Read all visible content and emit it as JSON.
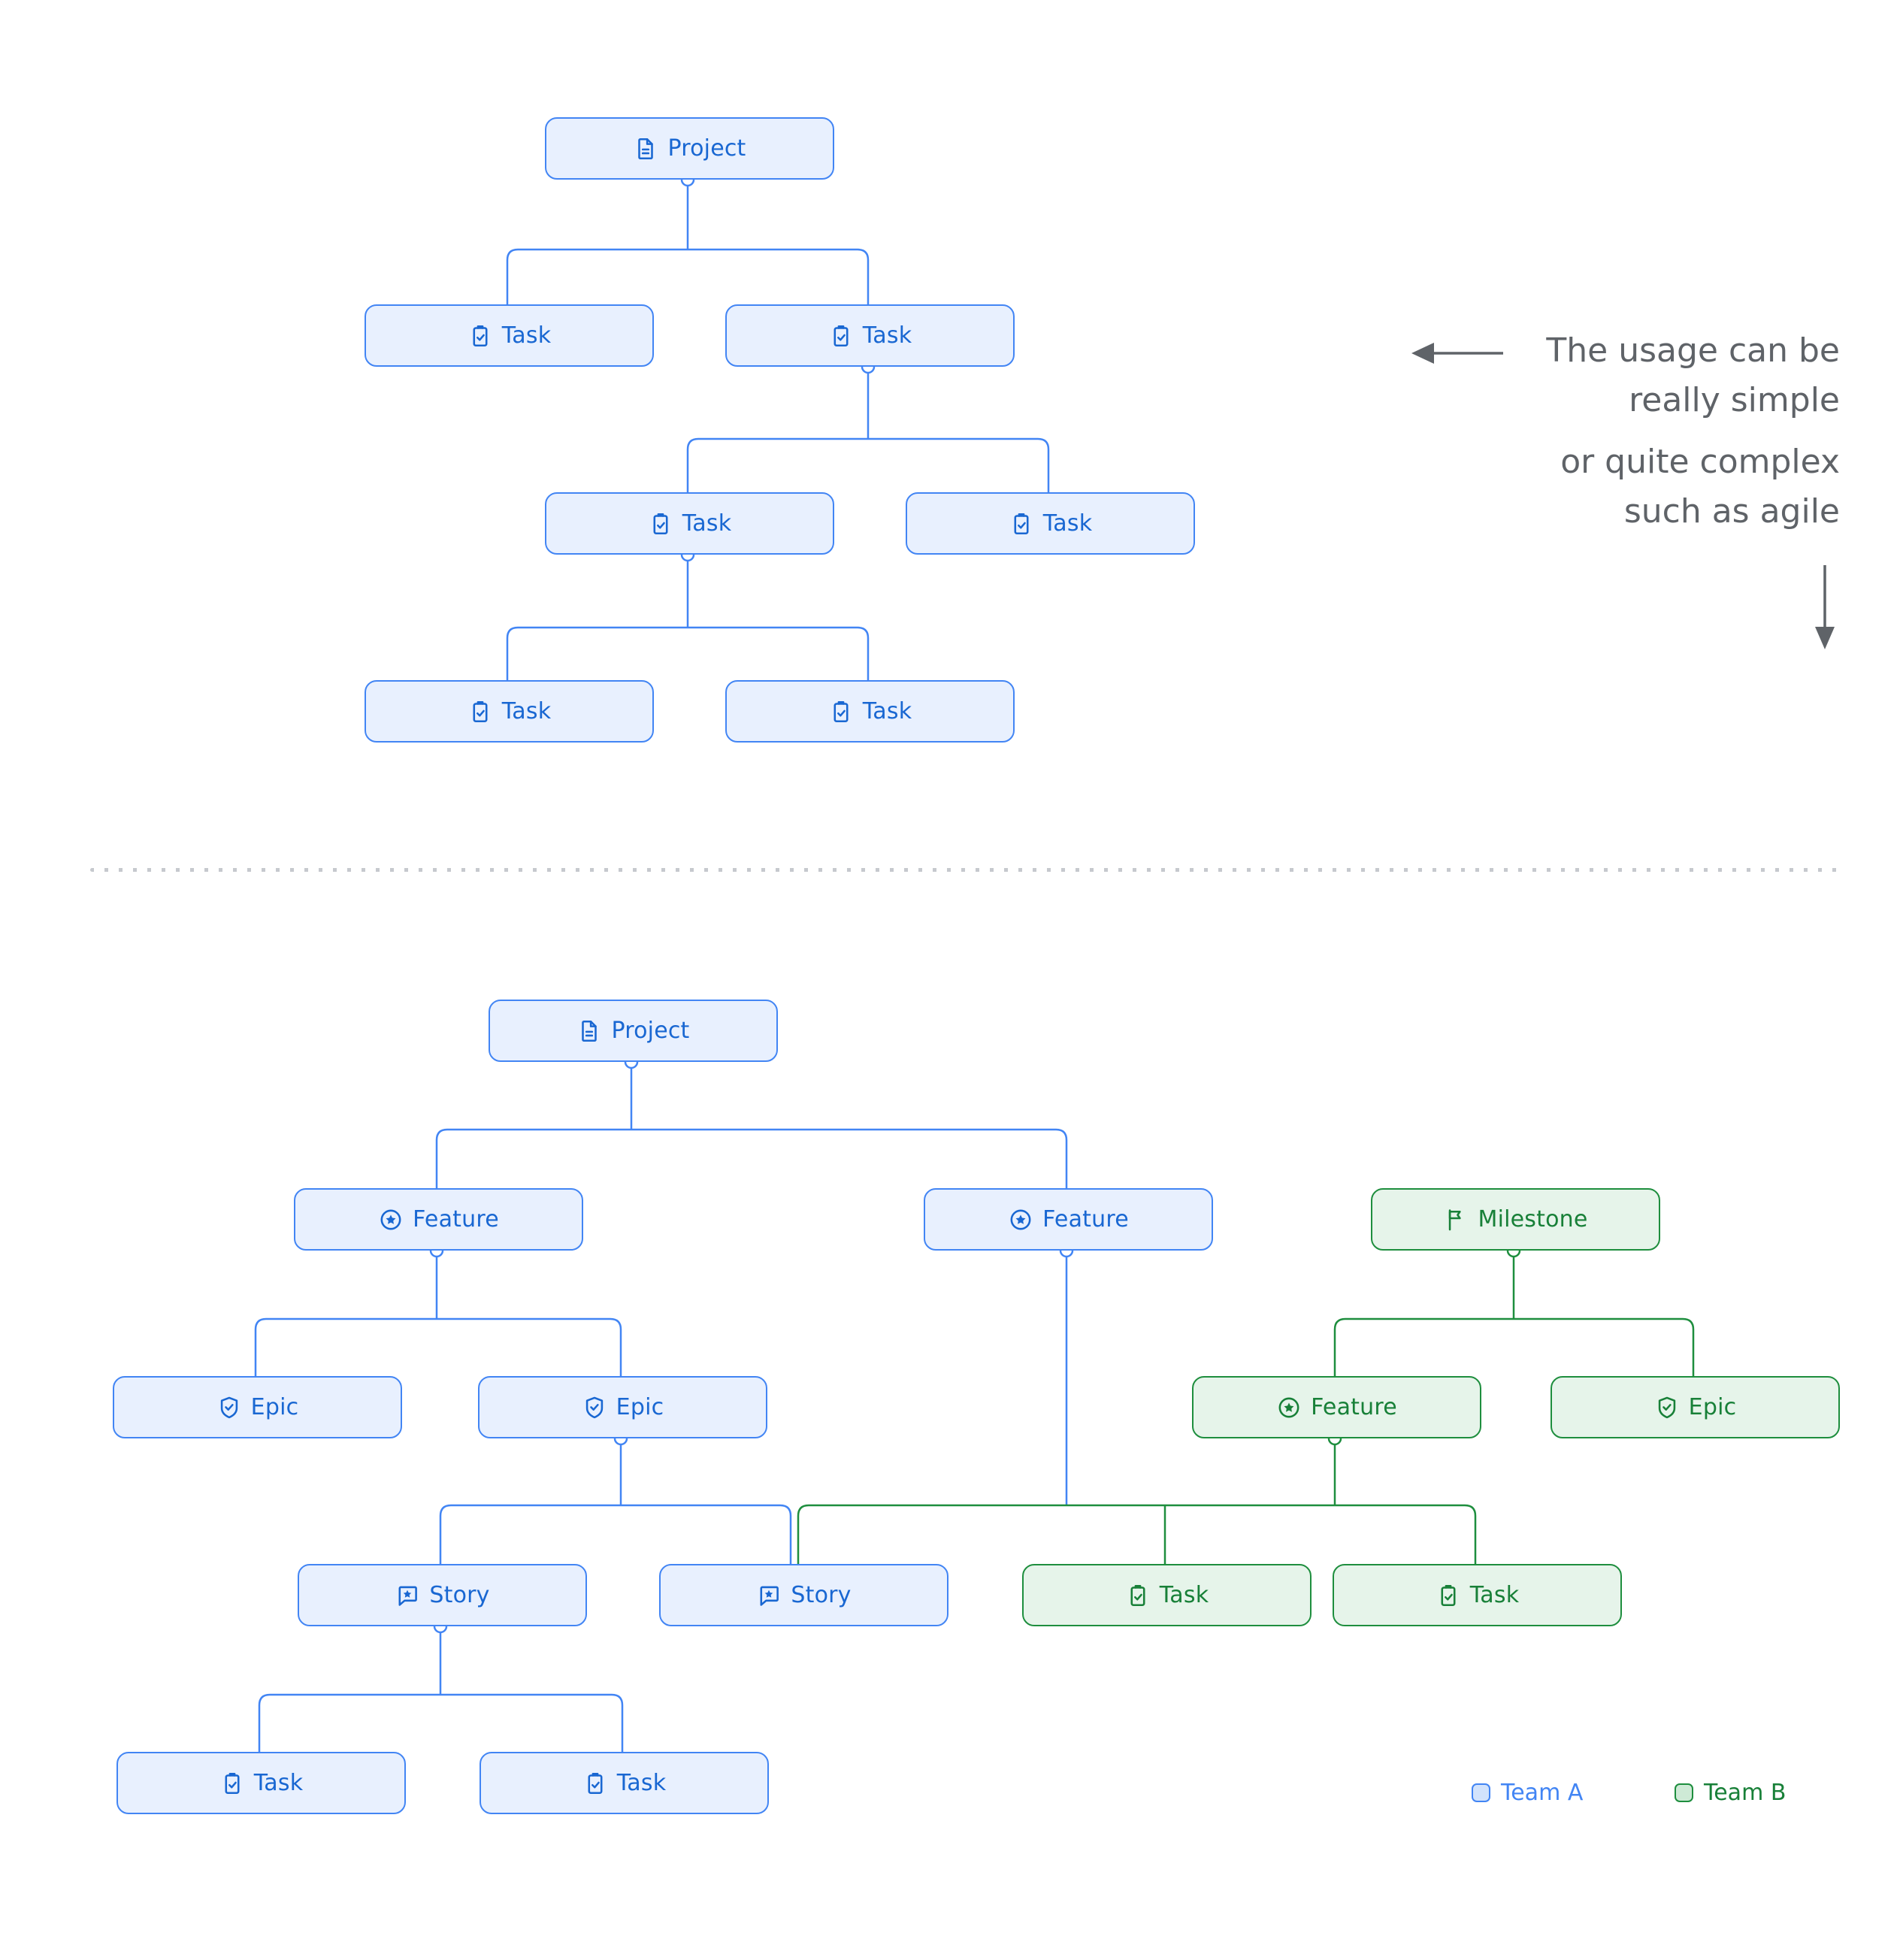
{
  "diagram_simple": {
    "nodes": [
      {
        "label": "Project",
        "icon": "document-icon",
        "team": "A"
      },
      {
        "label": "Task",
        "icon": "task-icon",
        "team": "A"
      },
      {
        "label": "Task",
        "icon": "task-icon",
        "team": "A"
      },
      {
        "label": "Task",
        "icon": "task-icon",
        "team": "A"
      },
      {
        "label": "Task",
        "icon": "task-icon",
        "team": "A"
      },
      {
        "label": "Task",
        "icon": "task-icon",
        "team": "A"
      },
      {
        "label": "Task",
        "icon": "task-icon",
        "team": "A"
      }
    ]
  },
  "diagram_complex": {
    "nodes": [
      {
        "label": "Project",
        "icon": "document-icon",
        "team": "A"
      },
      {
        "label": "Feature",
        "icon": "feature-icon",
        "team": "A"
      },
      {
        "label": "Feature",
        "icon": "feature-icon",
        "team": "A"
      },
      {
        "label": "Milestone",
        "icon": "milestone-icon",
        "team": "B"
      },
      {
        "label": "Epic",
        "icon": "epic-icon",
        "team": "A"
      },
      {
        "label": "Epic",
        "icon": "epic-icon",
        "team": "A"
      },
      {
        "label": "Feature",
        "icon": "feature-icon",
        "team": "B"
      },
      {
        "label": "Epic",
        "icon": "epic-icon",
        "team": "B"
      },
      {
        "label": "Story",
        "icon": "story-icon",
        "team": "A"
      },
      {
        "label": "Story",
        "icon": "story-icon",
        "team": "A"
      },
      {
        "label": "Task",
        "icon": "task-icon",
        "team": "B"
      },
      {
        "label": "Task",
        "icon": "task-icon",
        "team": "B"
      },
      {
        "label": "Task",
        "icon": "task-icon",
        "team": "A"
      },
      {
        "label": "Task",
        "icon": "task-icon",
        "team": "A"
      }
    ]
  },
  "annotation": {
    "line1": "The usage can be",
    "line2": "really simple",
    "line3": "or quite complex",
    "line4": "such as agile"
  },
  "legend": {
    "team_a_label": "Team A",
    "team_b_label": "Team B"
  },
  "colors": {
    "team_a_border": "#4285f4",
    "team_a_fill": "#e8f0fe",
    "team_a_text": "#1967d2",
    "team_b_border": "#1e8e3e",
    "team_b_fill": "#e6f4ea",
    "team_b_text": "#188038",
    "annotation_text": "#5f6368"
  }
}
